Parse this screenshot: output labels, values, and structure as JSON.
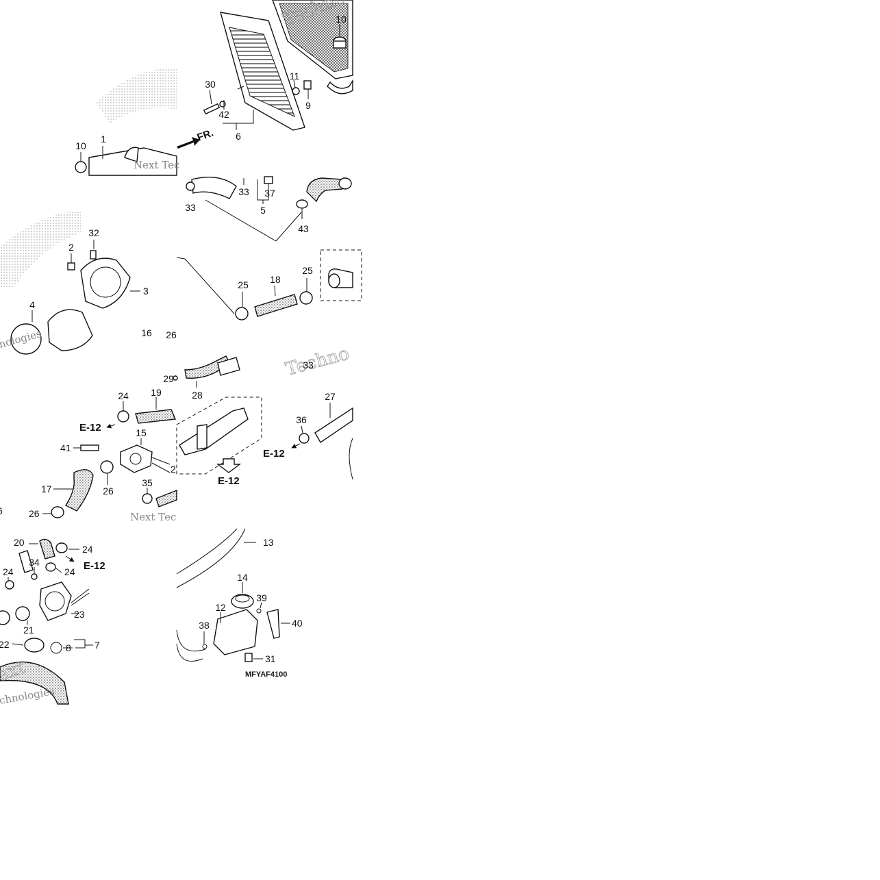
{
  "diagram": {
    "code": "MFYAF4100",
    "front_marker": "FR.",
    "ref_label": "E-12",
    "watermarks": {
      "brand": "Techno",
      "next_tec": "Next Tec",
      "nologies": "nologies",
      "ext": "ext",
      "chnologies": "chnologies"
    },
    "callouts": {
      "p1": "1",
      "p2": "2",
      "p3": "3",
      "p4": "4",
      "p5": "5",
      "p6": "6",
      "p7": "7",
      "p8": "8",
      "p9": "9",
      "p10": "10",
      "p11": "11",
      "p12": "12",
      "p13": "13",
      "p14": "14",
      "p15": "15",
      "p16": "16",
      "p17": "17",
      "p18": "18",
      "p19": "19",
      "p20": "20",
      "p21": "21",
      "p22": "22",
      "p23": "23",
      "p24": "24",
      "p25": "25",
      "p26": "26",
      "p27": "27",
      "p28": "28",
      "p29": "29",
      "p30": "30",
      "p31": "31",
      "p32": "32",
      "p33": "33",
      "p34": "34",
      "p35": "35",
      "p36": "36",
      "p37": "37",
      "p38": "38",
      "p39": "39",
      "p40": "40",
      "p41": "41",
      "p42": "42",
      "p43": "43"
    }
  }
}
